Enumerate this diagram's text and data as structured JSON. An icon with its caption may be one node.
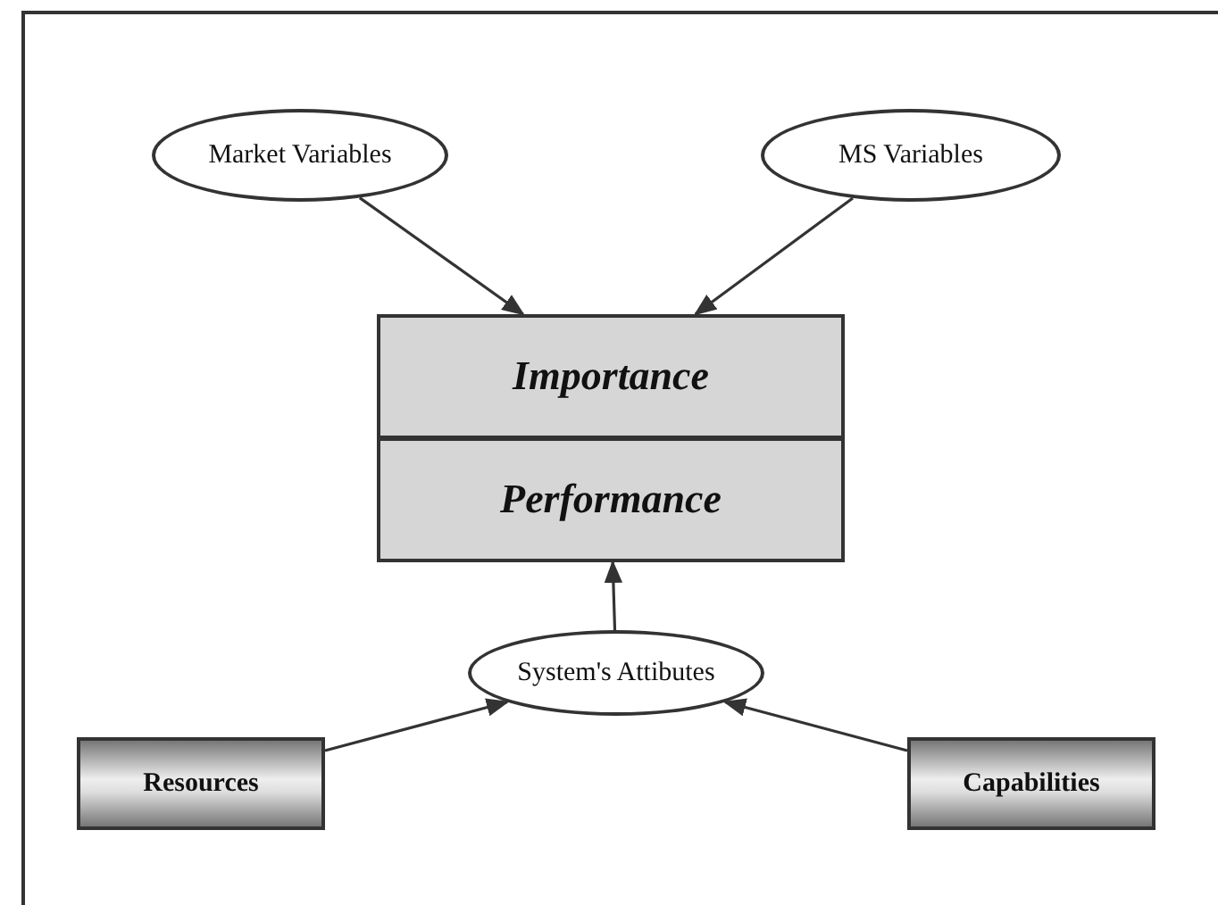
{
  "diagram": {
    "nodes": [
      {
        "text": [
          "Market Variables"
        ]
      },
      {
        "text": [
          "MS Variables"
        ]
      },
      {
        "text": [
          "Importance"
        ]
      },
      {
        "text": [
          "Performance"
        ]
      },
      {
        "text": [
          "System's Attibutes"
        ]
      },
      {
        "text": [
          "Resources"
        ]
      },
      {
        "text": [
          "Capabilities"
        ]
      }
    ],
    "edges": [
      {
        "from": 0,
        "to": 2,
        "arrow": "to"
      },
      {
        "from": 1,
        "to": 2,
        "arrow": "to"
      },
      {
        "from": 4,
        "to": 3,
        "arrow": "to"
      },
      {
        "from": 5,
        "to": 4,
        "arrow": "to"
      },
      {
        "from": 6,
        "to": 4,
        "arrow": "to"
      }
    ]
  }
}
